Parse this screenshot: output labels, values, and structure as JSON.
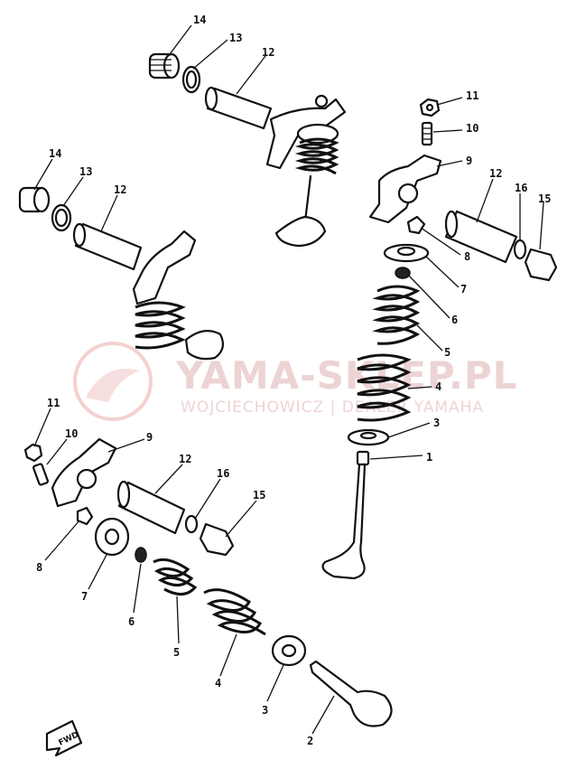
{
  "watermark": {
    "main": "YAMA-SKLEP.PL",
    "sub": "WOJCIECHOWICZ | DEALER YAMAHA"
  },
  "fwd_mark": "FWD",
  "callouts": {
    "top_14": "14",
    "top_13": "13",
    "top_12": "12",
    "right_11": "11",
    "right_10": "10",
    "right_9": "9",
    "right_12": "12",
    "right_16": "16",
    "right_15": "15",
    "right_8": "8",
    "right_7": "7",
    "right_6": "6",
    "right_5": "5",
    "right_4": "4",
    "right_3": "3",
    "right_1": "1",
    "mid_14": "14",
    "mid_13": "13",
    "mid_12": "12",
    "low_11": "11",
    "low_10": "10",
    "low_9": "9",
    "low_12": "12",
    "low_16": "16",
    "low_15": "15",
    "low_8": "8",
    "low_7": "7",
    "low_6": "6",
    "low_5": "5",
    "low_4": "4",
    "low_3": "3",
    "low_2": "2"
  }
}
